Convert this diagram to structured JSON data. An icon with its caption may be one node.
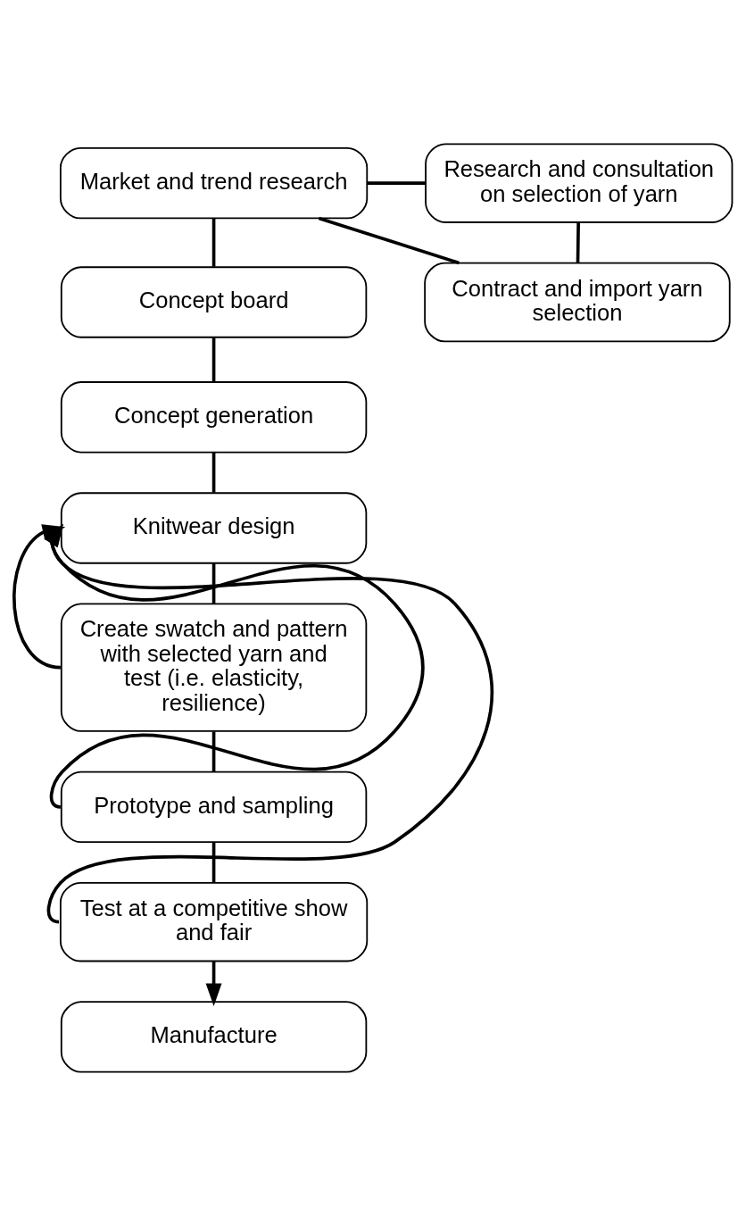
{
  "diagram": {
    "nodes": [
      {
        "text": [
          "Market and trend research"
        ]
      },
      {
        "text": [
          "Research and consultation on selection of yarn"
        ]
      },
      {
        "text": [
          "Contract and import yarn selection"
        ]
      },
      {
        "text": [
          "Concept board"
        ]
      },
      {
        "text": [
          "Concept generation"
        ]
      },
      {
        "text": [
          "Knitwear design"
        ]
      },
      {
        "text": [
          "Create swatch and pattern with selected yarn and test (i.e. elasticity, resilience)"
        ]
      },
      {
        "text": [
          "Prototype and sampling"
        ]
      },
      {
        "text": [
          "Test at a competitive show and fair"
        ]
      },
      {
        "text": [
          "Manufacture"
        ]
      }
    ],
    "edges": [
      {
        "from": 0,
        "to": 1,
        "arrow": "none"
      },
      {
        "from": 1,
        "to": 2,
        "arrow": "none"
      },
      {
        "from": 0,
        "to": 2,
        "arrow": "none"
      },
      {
        "from": 0,
        "to": 3,
        "arrow": "none"
      },
      {
        "from": 3,
        "to": 4,
        "arrow": "none"
      },
      {
        "from": 4,
        "to": 5,
        "arrow": "none"
      },
      {
        "from": 5,
        "to": 6,
        "arrow": "none"
      },
      {
        "from": 6,
        "to": 7,
        "arrow": "none"
      },
      {
        "from": 7,
        "to": 8,
        "arrow": "none"
      },
      {
        "from": 8,
        "to": 9,
        "arrow": "to"
      },
      {
        "from": 6,
        "to": 5,
        "arrow": "to"
      },
      {
        "from": 7,
        "to": 5,
        "arrow": "to"
      },
      {
        "from": 8,
        "to": 5,
        "arrow": "to"
      }
    ]
  }
}
